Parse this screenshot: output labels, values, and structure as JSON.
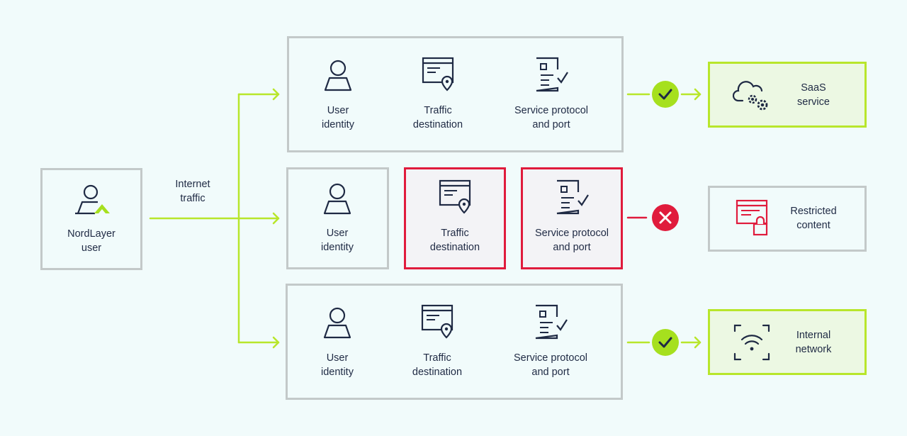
{
  "user": {
    "line1": "NordLayer",
    "line2": "user"
  },
  "flow": {
    "line1": "Internet",
    "line2": "traffic"
  },
  "checks": {
    "identity": {
      "line1": "User",
      "line2": "identity"
    },
    "destination": {
      "line1": "Traffic",
      "line2": "destination"
    },
    "protocol": {
      "line1": "Service protocol",
      "line2": "and port"
    }
  },
  "outcomes": {
    "saas": {
      "line1": "SaaS",
      "line2": "service",
      "status": "allowed"
    },
    "restricted": {
      "line1": "Restricted",
      "line2": "content",
      "status": "blocked"
    },
    "internal": {
      "line1": "Internal",
      "line2": "network",
      "status": "allowed"
    }
  },
  "colors": {
    "allow": "#a6e01e",
    "deny": "#e01b3c",
    "ink": "#1f2a44",
    "border": "#c3c9c9"
  },
  "icons": [
    "user-icon",
    "nordlayer-user-icon",
    "traffic-destination-icon",
    "service-protocol-icon",
    "check-icon",
    "cross-icon",
    "cloud-gear-icon",
    "restricted-lock-icon",
    "wifi-network-icon"
  ]
}
